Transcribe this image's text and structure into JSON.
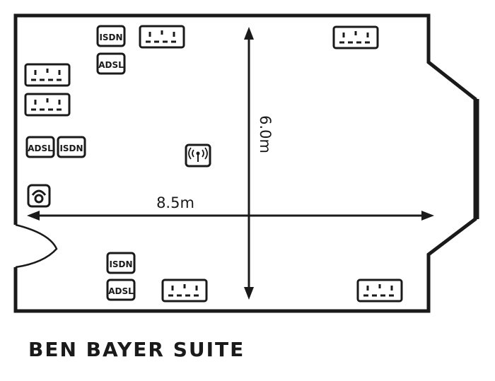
{
  "room": {
    "title": "BEN BAYER SUITE",
    "width_label": "8.5m",
    "depth_label": "6.0m"
  },
  "icons": {
    "isdn": "ISDN",
    "adsl": "ADSL",
    "socket_icon": "power-socket-icon",
    "wifi_icon": "wifi-icon",
    "phone_icon": "telephone-icon"
  },
  "colors": {
    "ink": "#1a1a1a",
    "background": "#ffffff"
  }
}
